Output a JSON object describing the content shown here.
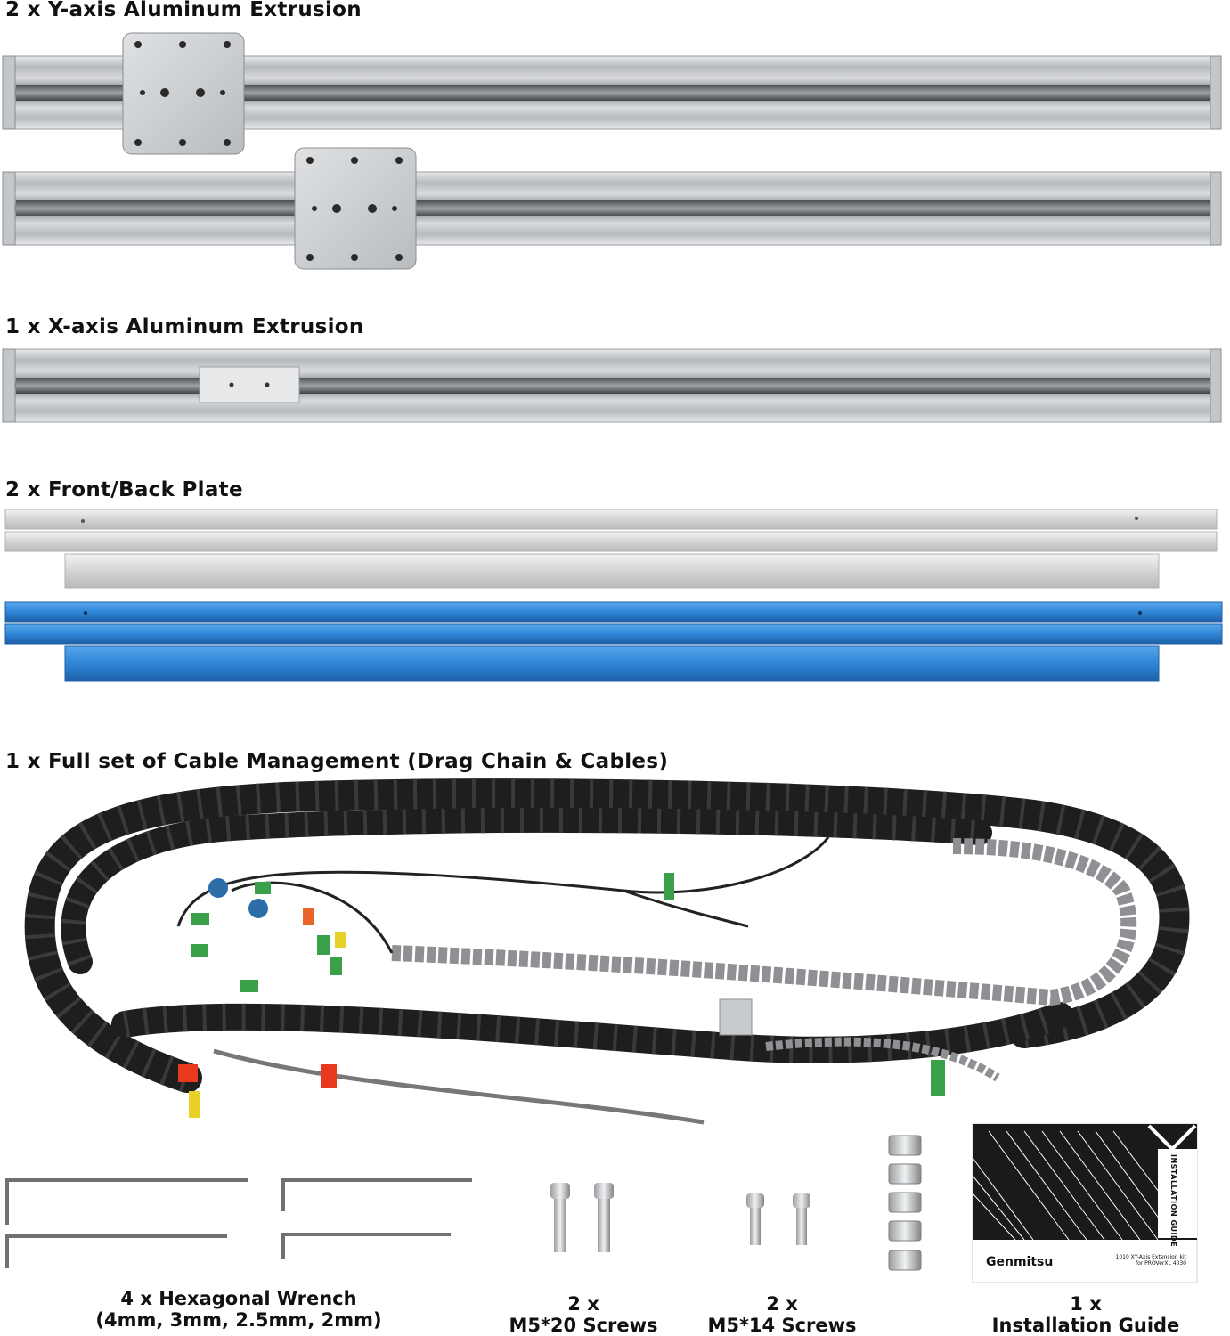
{
  "sections": {
    "y_axis": "2 x Y-axis Aluminum Extrusion",
    "x_axis": "1 x X-axis Aluminum Extrusion",
    "plates": "2 x Front/Back Plate",
    "cable": "1 x Full set of Cable Management (Drag Chain & Cables)"
  },
  "captions": {
    "wrench_line1": "4 x Hexagonal Wrench",
    "wrench_line2": "(4mm, 3mm, 2.5mm, 2mm)",
    "m520_line1": "2 x",
    "m520_line2": "M5*20 Screws",
    "m514_line1": "2 x",
    "m514_line2": "M5*14 Screws",
    "guide_line1": "1 x",
    "guide_line2": "Installation Guide"
  },
  "guide": {
    "brand": "Genmitsu",
    "vertical_title": "INSTALLATION GUIDE",
    "subtitle_line1": "1010 XY-Axis Extension kit",
    "subtitle_line2": "for PROVerXL 4030"
  },
  "colors": {
    "aluminum": "#c9ccce",
    "aluminum_dark": "#8a8d90",
    "blue_plate": "#2f86d6",
    "drag_chain": "#1e1e1e",
    "spiral_wrap": "#8e9093"
  }
}
